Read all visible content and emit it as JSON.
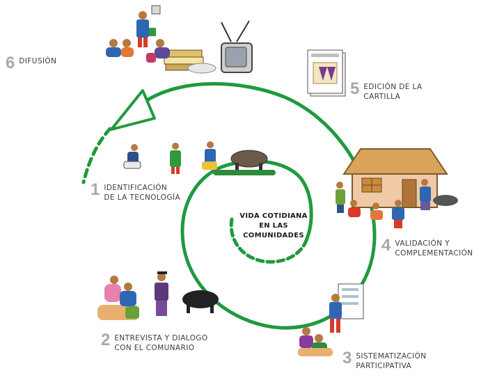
{
  "diagram": {
    "center": {
      "label": "VIDA COTIDIANA\nEN LAS\nCOMUNIDADES"
    },
    "steps": [
      {
        "number": "1",
        "label": "IDENTIFICACIÓN\nDE LA TECNOLOGÍA"
      },
      {
        "number": "2",
        "label": "ENTREVISTA Y DIALOGO\nCON EL COMUNARIO"
      },
      {
        "number": "3",
        "label": "SISTEMATIZACIÓN\nPARTICIPATIVA"
      },
      {
        "number": "4",
        "label": "VALIDACIÓN Y\nCOMPLEMENTACIÓN"
      },
      {
        "number": "5",
        "label": "EDICIÓN DE LA\nCARTILLA"
      },
      {
        "number": "6",
        "label": "DIFUSIÓN"
      }
    ],
    "colors": {
      "spiral": "#1f9a3e",
      "number": "#a8a8a8",
      "text": "#3c3c3c"
    }
  }
}
